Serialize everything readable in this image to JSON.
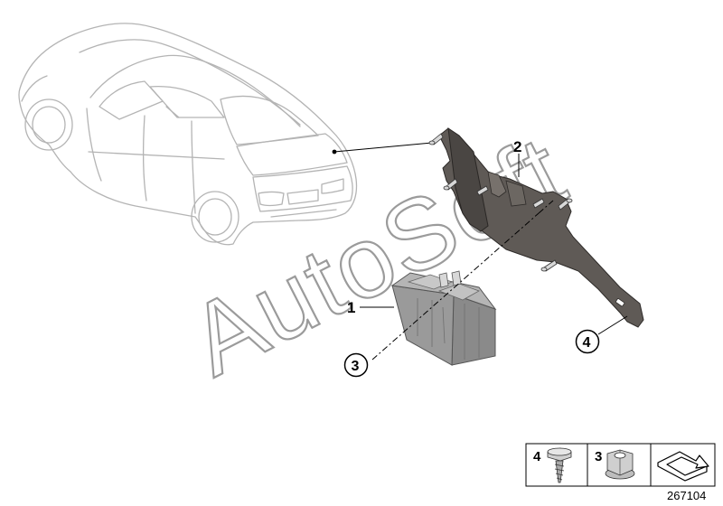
{
  "watermark": {
    "text": "AutoSoft"
  },
  "callouts": {
    "part1": "1",
    "part2": "2",
    "part3": "3",
    "part4": "4"
  },
  "legend": {
    "item_screw_label": "4",
    "item_nut_label": "3",
    "screw_icon": "screw-icon",
    "nut_icon": "nut-icon",
    "arrow_icon": "bent-arrow-icon"
  },
  "diagram_id": "267104",
  "colors": {
    "car_outline": "#b4b4b4",
    "part_dark": "#5f5a56",
    "part_control_unit": "#8c8c8c",
    "line": "#000000"
  }
}
